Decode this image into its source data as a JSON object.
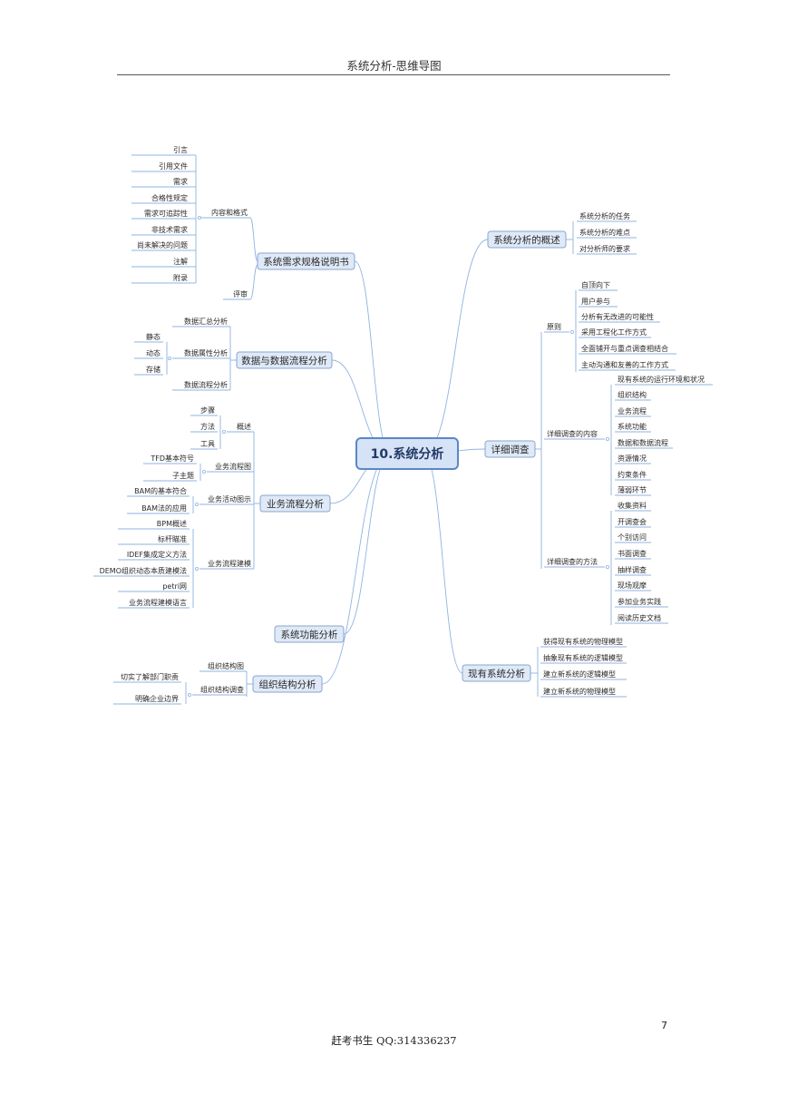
{
  "header": {
    "title": "系统分析-思维导图"
  },
  "footer": {
    "text": "赶考书生  QQ:314336237",
    "page_number": "7"
  },
  "mindmap": {
    "root": "10.系统分析",
    "left": {
      "spec": {
        "label": "系统需求规格说明书",
        "content_format": "内容和格式",
        "content_items": [
          "引言",
          "引用文件",
          "需求",
          "合格性规定",
          "需求可追踪性",
          "非技术需求",
          "尚未解决的问题",
          "注解",
          "附录"
        ],
        "review": "评审"
      },
      "dataflow": {
        "label": "数据与数据流程分析",
        "summary": "数据汇总分析",
        "attr": "数据属性分析",
        "attr_items": [
          "静态",
          "动态",
          "存储"
        ],
        "flow": "数据流程分析"
      },
      "bizflow": {
        "label": "业务流程分析",
        "overview": "概述",
        "overview_items": [
          "步骤",
          "方法",
          "工具"
        ],
        "chart": "业务流程图",
        "chart_items": [
          "TFD基本符号",
          "子主题"
        ],
        "activity": "业务活动图示",
        "activity_items": [
          "BAM的基本符合",
          "BAM法的应用"
        ],
        "model": "业务流程建模",
        "model_items": [
          "BPM概述",
          "标杆瞄准",
          "IDEF集成定义方法",
          "DEMO组织动态本质建模法",
          "petri网",
          "业务流程建模语言"
        ]
      },
      "func": {
        "label": "系统功能分析"
      },
      "org": {
        "label": "组织结构分析",
        "chart": "组织结构图",
        "survey": "组织结构调查",
        "survey_items": [
          "切实了解部门职责",
          "明确企业边界"
        ]
      }
    },
    "right": {
      "overview": {
        "label": "系统分析的概述",
        "items": [
          "系统分析的任务",
          "系统分析的难点",
          "对分析师的要求"
        ]
      },
      "detail": {
        "label": "详细调查",
        "principle": "原则",
        "principle_items": [
          "自顶向下",
          "用户参与",
          "分析有无改进的可能性",
          "采用工程化工作方式",
          "全面铺开与重点调查相结合",
          "主动沟通和友善的工作方式"
        ],
        "content": "详细调查的内容",
        "content_items": [
          "现有系统的运行环境和状况",
          "组织结构",
          "业务流程",
          "系统功能",
          "数据和数据流程",
          "资源情况",
          "约束条件",
          "薄弱环节"
        ],
        "method": "详细调查的方法",
        "method_items": [
          "收集资料",
          "开调查会",
          "个别访问",
          "书面调查",
          "抽样调查",
          "现场观摩",
          "参加业务实践",
          "阅读历史文档"
        ]
      },
      "existing": {
        "label": "现有系统分析",
        "items": [
          "获得现有系统的物理模型",
          "抽象现有系统的逻辑模型",
          "建立新系统的逻辑模型",
          "建立新系统的物理模型"
        ]
      }
    }
  },
  "colors": {
    "line": "#8fb3e0",
    "node_fill": "#dfe9f7",
    "node_border": "#8aa6cc",
    "root_fill": "#d6e3f6",
    "root_border": "#5b87c5"
  }
}
